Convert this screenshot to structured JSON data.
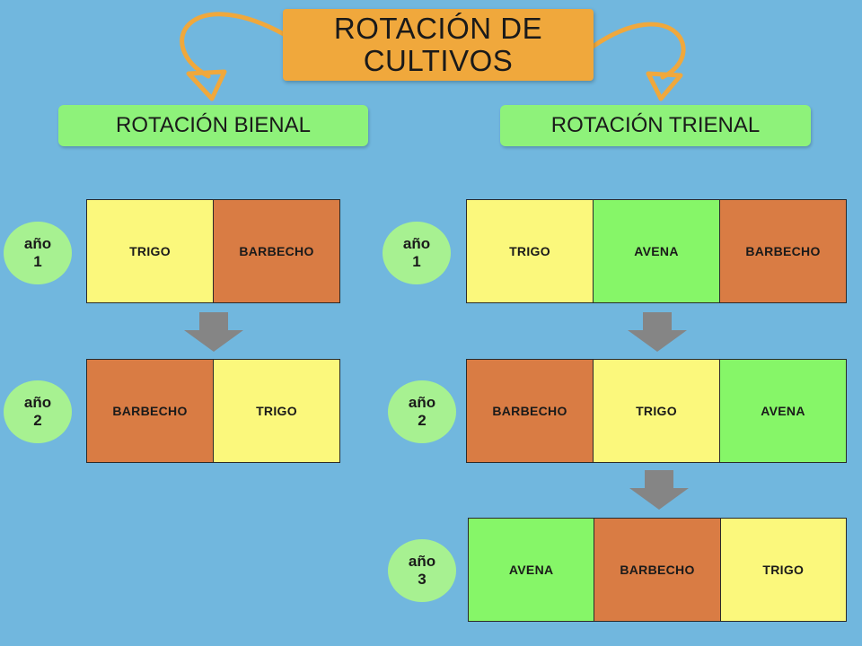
{
  "colors": {
    "background": "#71b7de",
    "title_box": "#f0a83c",
    "subtitle_box": "#8ef27a",
    "year_circle": "#a7f191",
    "arrow": "#858585",
    "TRIGO": "#fbf87c",
    "BARBECHO": "#d97c44",
    "AVENA": "#86f668"
  },
  "title": {
    "line1": "ROTACIÓN DE",
    "line2": "CULTIVOS"
  },
  "bienal": {
    "heading": "ROTACIÓN BIENAL",
    "years": [
      {
        "label1": "año",
        "label2": "1",
        "cells": [
          "TRIGO",
          "BARBECHO"
        ]
      },
      {
        "label1": "año",
        "label2": "2",
        "cells": [
          "BARBECHO",
          "TRIGO"
        ]
      }
    ]
  },
  "trienal": {
    "heading": "ROTACIÓN TRIENAL",
    "years": [
      {
        "label1": "año",
        "label2": "1",
        "cells": [
          "TRIGO",
          "AVENA",
          "BARBECHO"
        ]
      },
      {
        "label1": "año",
        "label2": "2",
        "cells": [
          "BARBECHO",
          "TRIGO",
          "AVENA"
        ]
      },
      {
        "label1": "año",
        "label2": "3",
        "cells": [
          "AVENA",
          "BARBECHO",
          "TRIGO"
        ]
      }
    ]
  }
}
